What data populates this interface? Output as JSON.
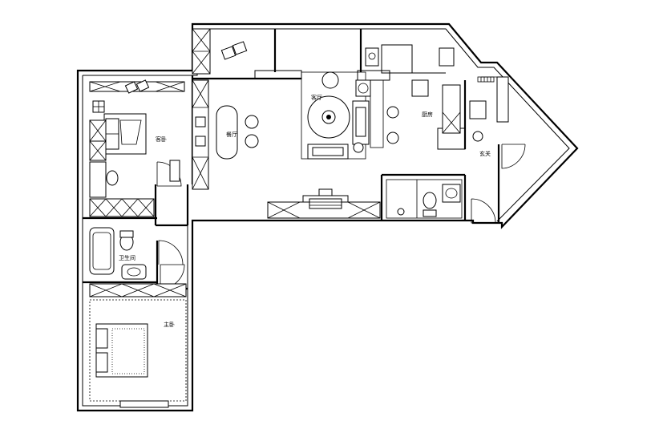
{
  "rooms": {
    "living_room": "客厅",
    "dining_room": "餐厅",
    "kitchen": "厨房",
    "guest_bedroom": "客卧",
    "bathroom": "卫生间",
    "master_bedroom": "主卧",
    "entrance": "玄关"
  }
}
